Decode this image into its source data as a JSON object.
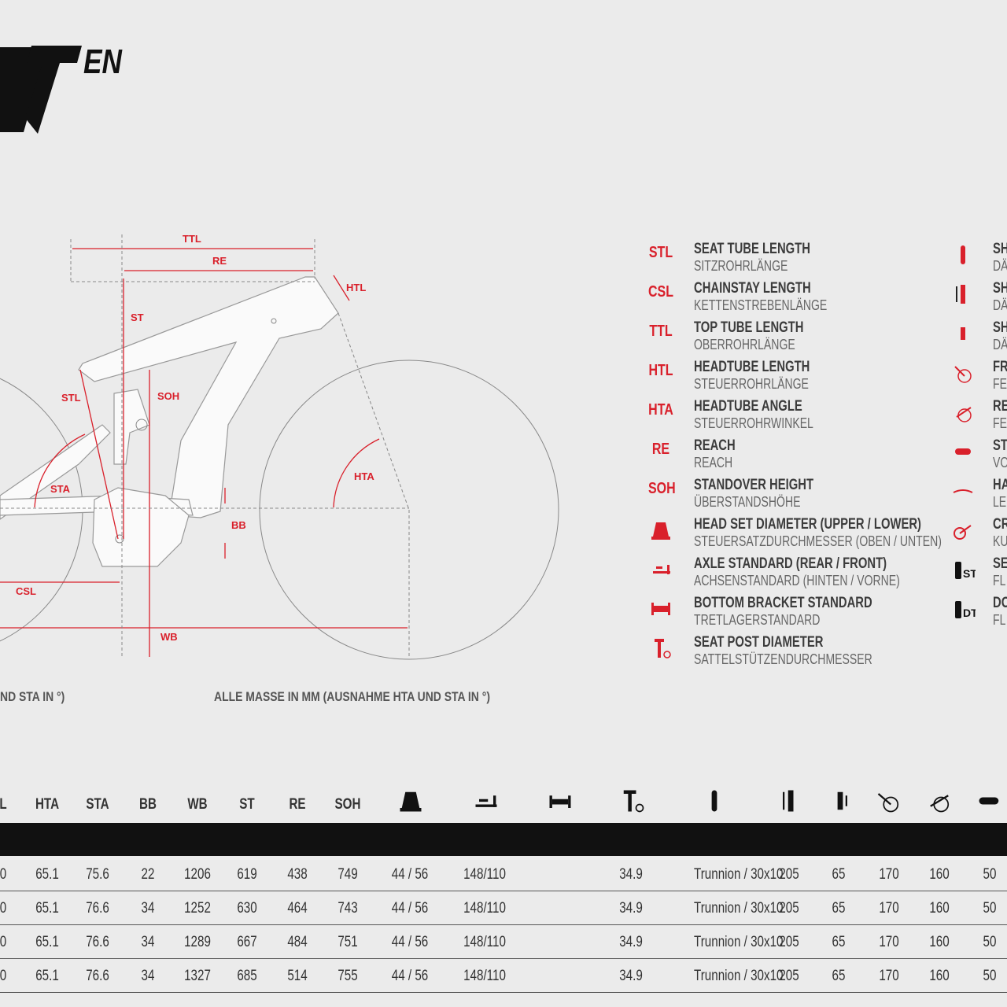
{
  "header": {
    "model_suffix": "EN"
  },
  "notes": {
    "left_partial": "ND STA IN °)",
    "right": "ALLE MASSE IN MM (AUSNAHME HTA UND STA IN °)"
  },
  "diagram_labels": {
    "ttl": "TTL",
    "re": "RE",
    "htl": "HTL",
    "st": "ST",
    "stl": "STL",
    "soh": "SOH",
    "sta": "STA",
    "hta": "HTA",
    "bb": "BB",
    "csl": "CSL",
    "wb": "WB"
  },
  "legend": [
    {
      "abbr": "STL",
      "en": "SEAT TUBE LENGTH",
      "de": "SITZROHRLÄNGE"
    },
    {
      "abbr": "CSL",
      "en": "CHAINSTAY LENGTH",
      "de": "KETTENSTREBENLÄNGE"
    },
    {
      "abbr": "TTL",
      "en": "TOP TUBE LENGTH",
      "de": "OBERROHRLÄNGE"
    },
    {
      "abbr": "HTL",
      "en": "HEADTUBE LENGTH",
      "de": "STEUERROHRLÄNGE"
    },
    {
      "abbr": "HTA",
      "en": "HEADTUBE ANGLE",
      "de": "STEUERROHRWINKEL"
    },
    {
      "abbr": "RE",
      "en": "REACH",
      "de": "REACH"
    },
    {
      "abbr": "SOH",
      "en": "STANDOVER HEIGHT",
      "de": "ÜBERSTANDSHÖHE"
    },
    {
      "icon": "headset-icon",
      "en": "HEAD SET DIAMETER (UPPER / LOWER)",
      "de": "STEUERSATZDURCHMESSER (OBEN / UNTEN)"
    },
    {
      "icon": "axle-icon",
      "en": "AXLE STANDARD (REAR / FRONT)",
      "de": "ACHSENSTANDARD (HINTEN / VORNE)"
    },
    {
      "icon": "bottom-bracket-icon",
      "en": "BOTTOM BRACKET STANDARD",
      "de": "TRETLAGERSTANDARD"
    },
    {
      "icon": "seatpost-icon",
      "en": "SEAT POST DIAMETER",
      "de": "SATTELSTÜTZENDURCHMESSER"
    }
  ],
  "legend2": [
    {
      "icon": "shock-length-icon",
      "en": "SH",
      "de": "DÄ"
    },
    {
      "icon": "shock-stroke-icon",
      "en": "SH",
      "de": "DÄ"
    },
    {
      "icon": "shock-mount-icon",
      "en": "SH",
      "de": "DÄ"
    },
    {
      "icon": "front-travel-icon",
      "en": "FR",
      "de": "FE"
    },
    {
      "icon": "rear-travel-icon",
      "en": "RE",
      "de": "FE"
    },
    {
      "icon": "stem-icon",
      "en": "ST",
      "de": "VO"
    },
    {
      "icon": "handlebar-icon",
      "en": "HA",
      "de": "LE"
    },
    {
      "icon": "crank-icon",
      "en": "CR",
      "de": "KU"
    },
    {
      "icon": "bottle-st-icon",
      "label": "ST",
      "en": "SE",
      "de": "FL"
    },
    {
      "icon": "bottle-dt-icon",
      "label": "DT",
      "en": "DO",
      "de": "FL"
    }
  ],
  "table": {
    "headers": [
      "L",
      "HTA",
      "STA",
      "BB",
      "WB",
      "ST",
      "RE",
      "SOH"
    ],
    "rows": [
      [
        "0",
        "65.1",
        "75.6",
        "22",
        "1206",
        "619",
        "438",
        "749",
        "44 / 56",
        "148/110",
        "34.9",
        "Trunnion / 30x10",
        "205",
        "65",
        "170",
        "160",
        "50"
      ],
      [
        "0",
        "65.1",
        "76.6",
        "34",
        "1252",
        "630",
        "464",
        "743",
        "44 / 56",
        "148/110",
        "34.9",
        "Trunnion / 30x10",
        "205",
        "65",
        "170",
        "160",
        "50"
      ],
      [
        "0",
        "65.1",
        "76.6",
        "34",
        "1289",
        "667",
        "484",
        "751",
        "44 / 56",
        "148/110",
        "34.9",
        "Trunnion / 30x10",
        "205",
        "65",
        "170",
        "160",
        "50"
      ],
      [
        "0",
        "65.1",
        "76.6",
        "34",
        "1327",
        "685",
        "514",
        "755",
        "44 / 56",
        "148/110",
        "34.9",
        "Trunnion / 30x10",
        "205",
        "65",
        "170",
        "160",
        "50"
      ]
    ]
  }
}
